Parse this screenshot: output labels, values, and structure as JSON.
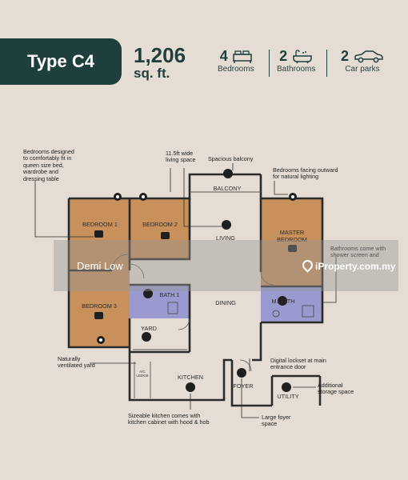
{
  "header": {
    "type_label": "Type C4",
    "area_value": "1,206",
    "area_unit": "sq. ft."
  },
  "stats": [
    {
      "count": "4",
      "label": "Bedrooms",
      "icon": "bed-icon"
    },
    {
      "count": "2",
      "label": "Bathrooms",
      "icon": "bathtub-icon"
    },
    {
      "count": "2",
      "label": "Car parks",
      "icon": "car-icon"
    }
  ],
  "rooms": {
    "bedroom1": "BEDROOM 1",
    "bedroom2": "BEDROOM 2",
    "bedroom3": "BEDROOM 3",
    "master": "MASTER\nBEDROOM",
    "bath1": "BATH 1",
    "mbath": "M. BATH",
    "living": "LIVING",
    "dining": "DINING",
    "balcony": "BALCONY",
    "yard": "YARD",
    "kitchen": "KITCHEN",
    "foyer": "FOYER",
    "utility": "UTILITY",
    "ac_ledge": "A/C\nLEDGE"
  },
  "notes": {
    "bedrooms_designed": "Bedrooms designed\nto comfortably fit in\nqueen size bed,\nwardrobe and\ndressing table",
    "living_space": "11.5ft wide\nliving space",
    "spacious_balcony": "Spacious balcony",
    "bedrooms_facing": "Bedrooms facing outward\nfor natural lighting",
    "bathrooms_come": "Bathrooms come with\nshower screen and",
    "ventilated_yard": "Naturally\nventilated yard",
    "digital_lockset": "Digital lockset at main\nentrance door",
    "additional_storage": "Additional\nstorage space",
    "sizeable_kitchen": "Sizeable kitchen comes with\nkitchen cabinet with hood & hob",
    "large_foyer": "Large foyer\nspace"
  },
  "watermark": {
    "agent": "Demi Low",
    "site": "iProperty.com.my"
  },
  "colors": {
    "bedroom": "#c8905a",
    "bathroom": "#9a9ad0",
    "brand": "#1f3f3d",
    "background": "#e5ddd3"
  }
}
